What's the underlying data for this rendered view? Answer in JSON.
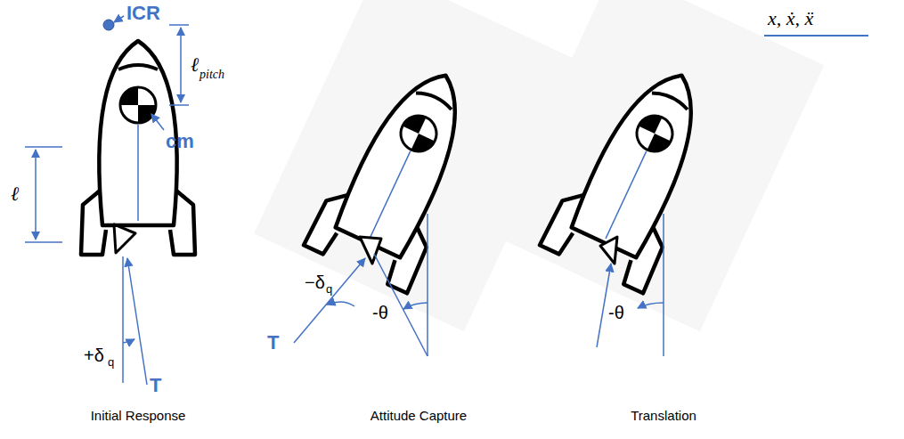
{
  "diagram": {
    "labels": [
      "ICR",
      "ℓ",
      "pitch",
      "ℓ",
      "cm",
      "+δ",
      "q",
      "T",
      "T",
      "−δ",
      "q",
      "-θ",
      "-θ",
      "x, ẋ, ẍ",
      "Initial Response",
      "Attitude Capture",
      "Translation"
    ]
  }
}
